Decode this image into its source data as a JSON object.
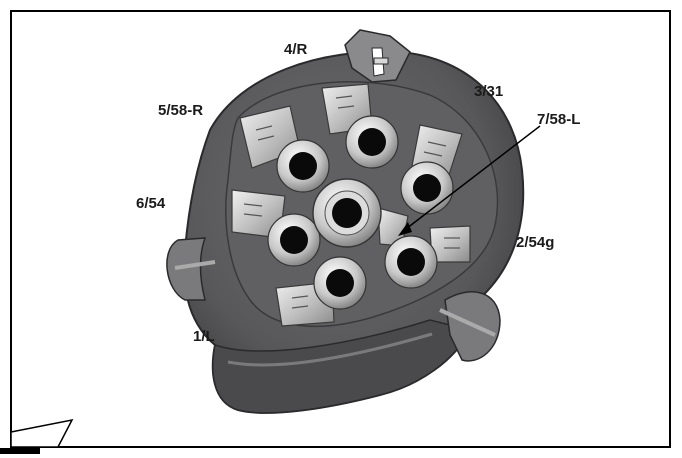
{
  "diagram": {
    "subject": "7-pin trailer socket connector (rear view)",
    "pin_labels": {
      "pin4": "4/R",
      "pin3": "3/31",
      "pin5": "5/58-R",
      "pin7": "7/58-L",
      "pin6": "6/54",
      "pin2": "2/54g",
      "pin1": "1/L"
    },
    "colors": {
      "housing": "#5a5a5c",
      "housing_dark": "#3b3b3d",
      "terminal": "#c9c9c9",
      "label": "#1a1a1a",
      "border": "#000000"
    }
  }
}
